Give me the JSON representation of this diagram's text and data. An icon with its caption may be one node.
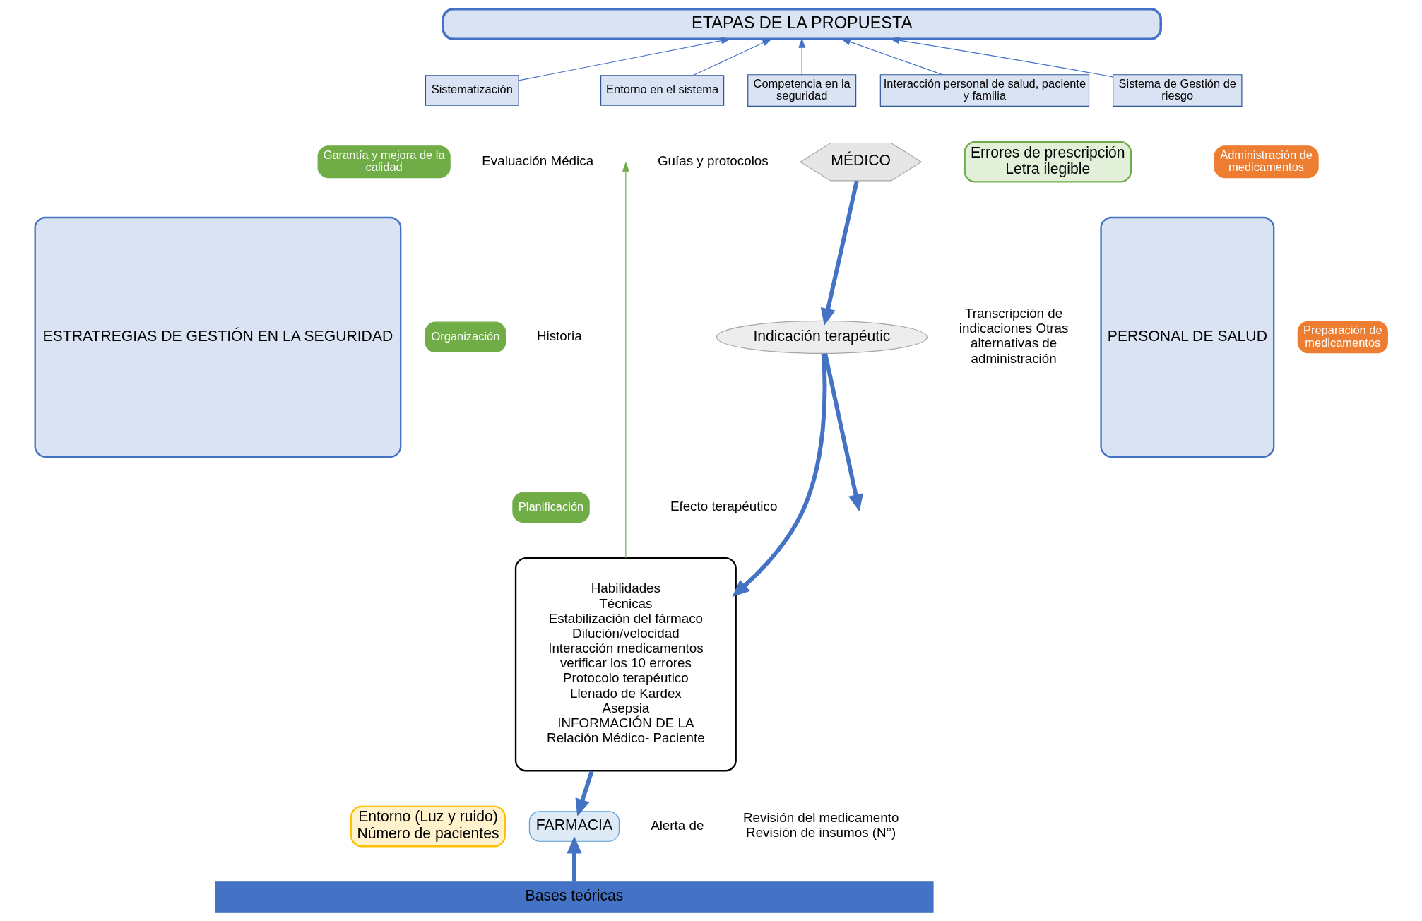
{
  "diagram": {
    "nodes": [
      {
        "text": [
          "ETAPAS DE LA PROPUESTA"
        ]
      },
      {
        "text": [
          "Sistematización"
        ]
      },
      {
        "text": [
          "Entorno en el sistema"
        ]
      },
      {
        "text": [
          "Competencia en la seguridad"
        ]
      },
      {
        "text": [
          "Interacción personal de salud, paciente y familia"
        ]
      },
      {
        "text": [
          "Sistema de Gestión de riesgo"
        ]
      },
      {
        "text": [
          "ESTRATREGIAS DE GESTIÓN EN LA SEGURIDAD"
        ]
      },
      {
        "text": [
          "PERSONAL DE SALUD"
        ]
      },
      {
        "text": [
          "Garantía y mejora de la calidad"
        ]
      },
      {
        "text": [
          "Organización"
        ]
      },
      {
        "text": [
          "Planificación"
        ]
      },
      {
        "text": [
          "MÉDICO"
        ]
      },
      {
        "text": [
          "Errores de prescripción Letra ilegible"
        ]
      },
      {
        "text": [
          "Indicación terapéutic"
        ]
      },
      {
        "text": [
          "Administración de medicamentos"
        ]
      },
      {
        "text": [
          "Preparación de medicamentos"
        ]
      },
      {
        "text": [
          "Habilidades",
          "Técnicas",
          "Estabilización del fármaco Dilución/velocidad Interacción medicamentos",
          "verificar los 10 errores Protocolo terapéutico Llenado de Kardex",
          "Asepsia",
          "INFORMACIÓN DE LA",
          "Relación Médico- Paciente"
        ]
      },
      {
        "text": [
          "Entorno (Luz y ruido) Número de pacientes"
        ]
      },
      {
        "text": [
          "FARMACIA"
        ]
      },
      {
        "text": [
          "Bases teóricas"
        ]
      }
    ],
    "edges": [
      {
        "from": 1,
        "to": 0,
        "arrow": "to"
      },
      {
        "from": 2,
        "to": 0,
        "arrow": "to"
      },
      {
        "from": 3,
        "to": 0,
        "arrow": "to"
      },
      {
        "from": 4,
        "to": 0,
        "arrow": "to"
      },
      {
        "from": 5,
        "to": 0,
        "arrow": "to"
      },
      {
        "from": 11,
        "to": 13,
        "arrow": "to",
        "style": "thick"
      },
      {
        "from": 13,
        "to": 16,
        "arrow": "to",
        "style": "thick"
      },
      {
        "from": 13,
        "to": null,
        "arrow": "to",
        "style": "thick"
      },
      {
        "from": 16,
        "to": null,
        "arrow": "to",
        "color": "#70ad47"
      },
      {
        "from": 16,
        "to": 18,
        "arrow": "to",
        "style": "thick"
      },
      {
        "from": 19,
        "to": 18,
        "arrow": "to",
        "style": "thick"
      }
    ],
    "labels": [
      "Evaluación Médica",
      "Guías y protocolos",
      "Historia",
      "Efecto terapéutico",
      "Transcripción de indicaciones Otras alternativas de administración",
      "Alerta de",
      "Revisión del medicamento Revisión de insumos (N°)"
    ]
  }
}
